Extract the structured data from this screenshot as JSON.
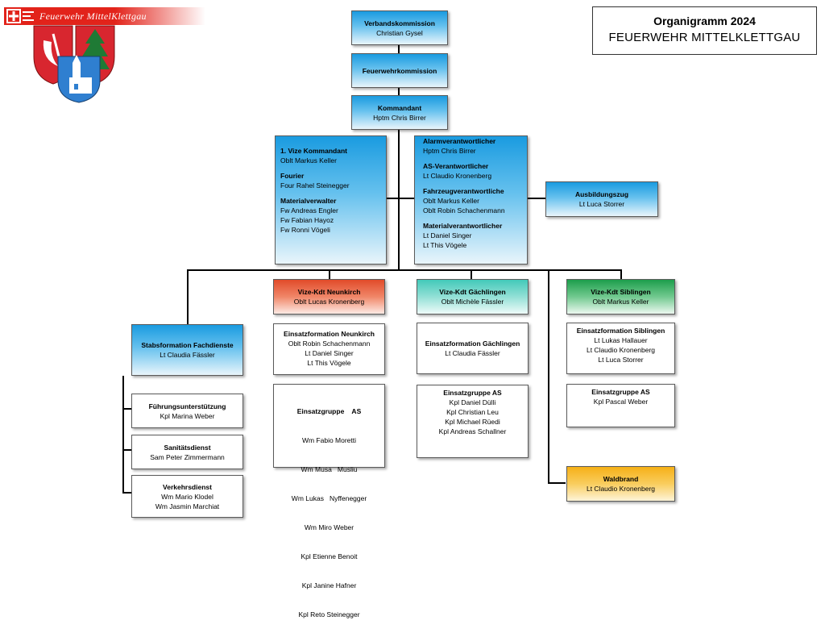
{
  "header": {
    "brand_text": "Feuerwehr MittelKlettgau",
    "title": "Organigramm 2024",
    "subtitle": "FEUERWEHR MITTELKLETTGAU"
  },
  "chain": {
    "verband_title": "Verbandskommission",
    "verband_name": "Christian Gysel",
    "fk_title": "Feuerwehrkommission",
    "kdt_title": "Kommandant",
    "kdt_name": "Hptm Chris Birrer"
  },
  "staff_left": {
    "vize_title": "1. Vize Kommandant",
    "vize_name": "Oblt Markus Keller",
    "fourier_title": "Fourier",
    "fourier_name": "Four Rahel Steinegger",
    "material_title": "Materialverwalter",
    "material_names": [
      "Fw Andreas Engler",
      "Fw Fabian Hayoz",
      "Fw Ronni Vögeli"
    ]
  },
  "staff_right": {
    "alarm_title": "Alarmverantwortlicher",
    "alarm_name": "Hptm Chris Birrer",
    "as_title": "AS-Verantwortlicher",
    "as_name": "Lt Claudio Kronenberg",
    "fahrzeug_title": "Fahrzeugverantwortliche",
    "fahrzeug_names": [
      "Oblt Markus Keller",
      "Oblt Robin Schachenmann"
    ],
    "material_title": "Materialverantwortlicher",
    "material_names": [
      "Lt Daniel Singer",
      "Lt This Vögele"
    ]
  },
  "ausbildung": {
    "title": "Ausbildungszug",
    "name": "Lt Luca Storrer"
  },
  "stabs": {
    "title": "Stabsformation Fachdienste",
    "name": "Lt Claudia Fässler",
    "items": [
      {
        "title": "Führungsunterstützung",
        "names": [
          "Kpl Marina Weber"
        ]
      },
      {
        "title": "Sanitätsdienst",
        "names": [
          "Sam Peter Zimmermann"
        ]
      },
      {
        "title": "Verkehrsdienst",
        "names": [
          "Wm Mario Klodel",
          "Wm Jasmin Marchiat"
        ]
      }
    ]
  },
  "neunkirch": {
    "title": "Vize-Kdt Neunkirch",
    "name": "Oblt Lucas Kronenberg",
    "formation_title": "Einsatzformation Neunkirch",
    "formation_names": [
      "Oblt Robin Schachenmann",
      "Lt Daniel Singer",
      "Lt This Vögele"
    ],
    "group_title": "Einsatzgruppe    AS",
    "group_names": [
      "Wm Fabio Moretti",
      "Wm Musa   Musliu",
      "Wm Lukas   Nyffenegger",
      "Wm Miro Weber",
      "Kpl Etienne Benoit",
      "Kpl Janine Hafner",
      "Kpl Reto Steinegger"
    ]
  },
  "gaechlingen": {
    "title": "Vize-Kdt Gächlingen",
    "name": "Oblt Michèle Fässler",
    "formation_title": "Einsatzformation Gächlingen",
    "formation_names": [
      "Lt Claudia Fässler"
    ],
    "group_title": "Einsatzgruppe AS",
    "group_names": [
      "Kpl Daniel Dülli",
      "Kpl Christian Leu",
      "Kpl Michael Rüedi",
      "Kpl Andreas Schallner"
    ]
  },
  "siblingen": {
    "title": "Vize-Kdt Siblingen",
    "name": "Oblt Markus Keller",
    "formation_title": "Einsatzformation Siblingen",
    "formation_names": [
      "Lt Lukas Hallauer",
      "Lt Claudio Kronenberg",
      "Lt Luca Storrer"
    ],
    "group_title": "Einsatzgruppe AS",
    "group_names": [
      "Kpl Pascal Weber"
    ]
  },
  "waldbrand": {
    "title": "Waldbrand",
    "name": "Lt Claudio Kronenberg"
  },
  "colors": {
    "blue": "#1a9be0",
    "red": "#e14b2a",
    "teal": "#43c9b9",
    "green": "#1d9e4c",
    "gold": "#f6b017",
    "brand_red": "#e2231a"
  }
}
